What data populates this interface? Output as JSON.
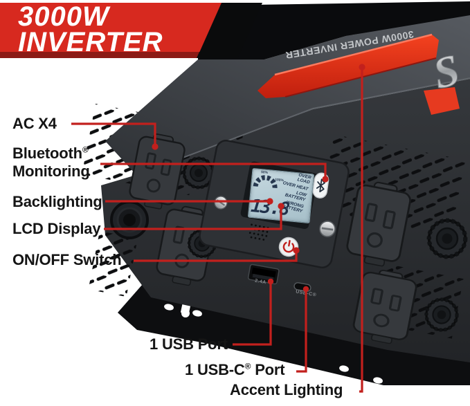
{
  "banner": {
    "line1": "3000W",
    "line2": "INVERTER"
  },
  "callouts": {
    "ac_outlets": "AC X4",
    "bluetooth_name": "Bluetooth",
    "bluetooth_reg": "®",
    "bluetooth_line2": "Monitoring",
    "backlighting": "Backlighting",
    "lcd_display": "LCD Display",
    "on_off_switch": "ON/OFF Switch",
    "usb_port": "1 USB Port",
    "usb_c_pre": "1 USB-C",
    "usb_c_reg": "®",
    "usb_c_post": " Port",
    "accent_lighting": "Accent Lighting"
  },
  "device": {
    "top_marking": "3000W POWER INVERTER",
    "logo_letter": "S",
    "usb_a_marking": "2.4A",
    "usb_c_marking": "USB-C®",
    "lcd": {
      "value": "13.8",
      "gauge_50": "50%",
      "gauge_100": "100%",
      "status": [
        "OVER LOAD",
        "OVER HEAT",
        "LOW BATTERY",
        "WRONG BATTERY"
      ]
    }
  },
  "colors": {
    "banner_red": "#d7291f",
    "callout_red": "#c2201d",
    "accent_stripe_red": "#e8351f",
    "lcd_background": "#b9ced6",
    "body_charcoal": "#2c2f33"
  }
}
